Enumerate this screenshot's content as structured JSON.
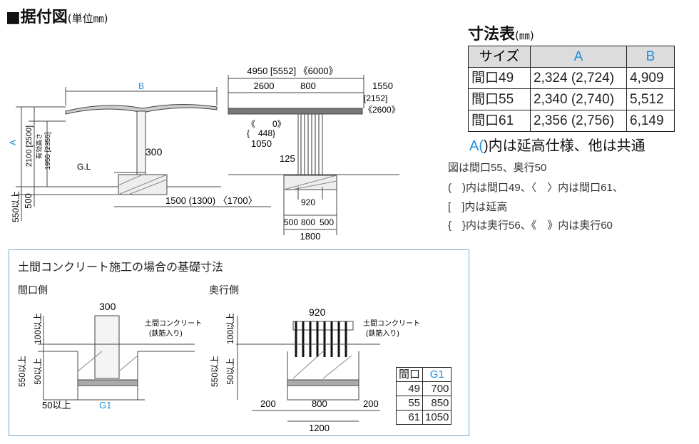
{
  "title": {
    "main": "■据付図",
    "unit": "(単位㎜)"
  },
  "dims_title": {
    "main": "寸法表",
    "unit": "(㎜)"
  },
  "dims_table": {
    "headers": [
      "サイズ",
      "A",
      "B"
    ],
    "rows": [
      [
        "間口49",
        "2,324 (2,724)",
        "4,909"
      ],
      [
        "間口55",
        "2,340 (2,740)",
        "5,512"
      ],
      [
        "間口61",
        "2,356 (2,756)",
        "6,149"
      ]
    ]
  },
  "spec_note": {
    "prefix": "A(",
    "rest": ")内は延高仕様、他は共通"
  },
  "notes": [
    "図は間口55、奥行50",
    "(　)内は間口49、〈　〉内は間口61、",
    "[　]内は延高",
    "{　}内は奥行56、《　》内は奥行60"
  ],
  "front_view": {
    "B": "B",
    "A": "A",
    "h_2100": "2100 [2500]",
    "h_yuko": "有効高さ",
    "h_1955": "1955 [2355]",
    "post": "300",
    "gl": "G.L",
    "depth_500": "500",
    "depth_550": "550以上",
    "span": "1500 (1300) 〈1700〉"
  },
  "side_view": {
    "d_total": "4950 [5552] 《6000》",
    "d_2600": "2600",
    "d_800": "800",
    "d_1550": "1550",
    "d_2152": "[2152]",
    "d_2600b": "《2600》",
    "d_0": "《　　0》",
    "d_448": "{　448}",
    "d_1050": "1050",
    "d_125": "125",
    "d_920": "920",
    "d_500a": "500",
    "d_800b": "800",
    "d_500b": "500",
    "d_1800": "1800"
  },
  "foundation": {
    "title": "土間コンクリート施工の場合の基礎寸法",
    "front_label": "間口側",
    "depth_label": "奥行側",
    "f_300": "300",
    "f_100": "100以上",
    "f_550": "550以上",
    "f_50v": "50以上",
    "f_50h": "50以上",
    "f_g1": "G1",
    "concrete": "土間コンクリート",
    "rebar": "(鉄筋入り)",
    "d_920": "920",
    "d_100": "100以上",
    "d_550": "550以上",
    "d_50v": "50以上",
    "d_200a": "200",
    "d_800": "800",
    "d_200b": "200",
    "d_1200": "1200",
    "g1_table": {
      "headers": [
        "間口",
        "G1"
      ],
      "rows": [
        [
          "49",
          "700"
        ],
        [
          "55",
          "850"
        ],
        [
          "61",
          "1050"
        ]
      ]
    }
  }
}
